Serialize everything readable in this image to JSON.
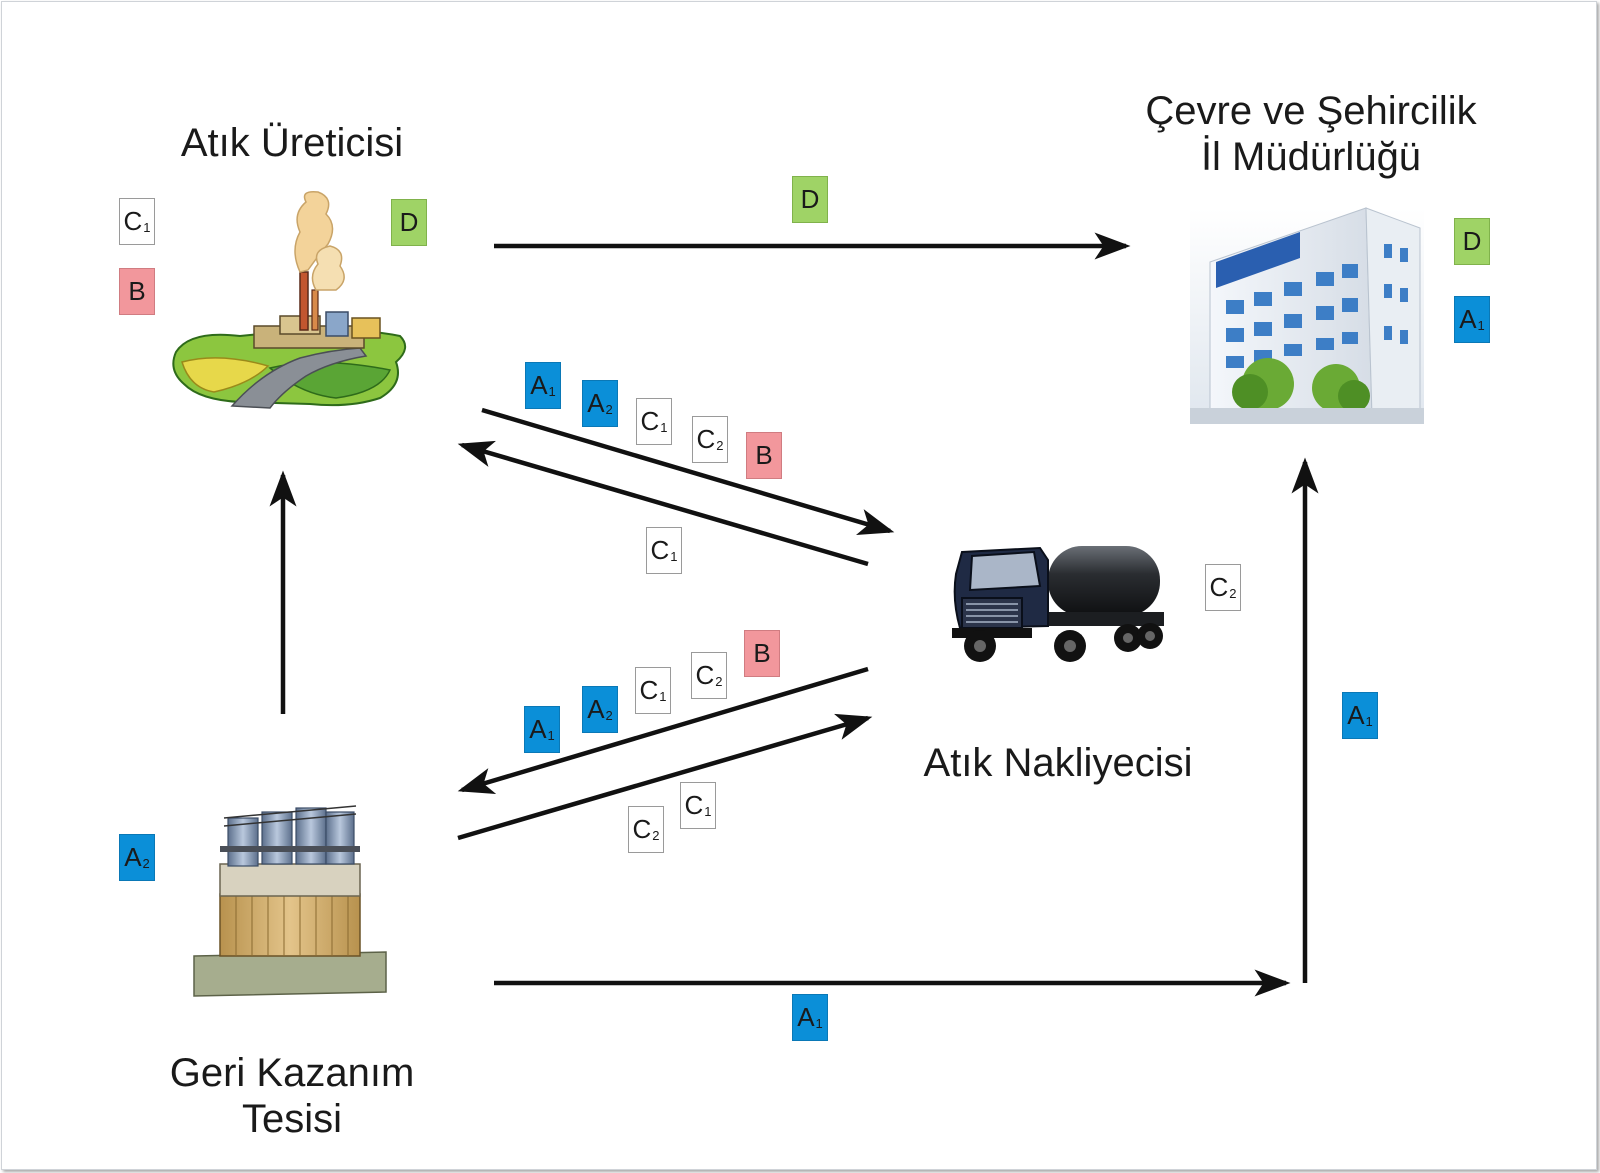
{
  "nodes": {
    "producer": {
      "label": "Atık Üreticisi"
    },
    "ministry": {
      "label_line1": "Çevre ve Şehircilik",
      "label_line2": "İl Müdürlüğü"
    },
    "transporter": {
      "label": "Atık Nakliyecisi"
    },
    "recovery": {
      "label_line1": "Geri Kazanım",
      "label_line2": "Tesisi"
    }
  },
  "tag_colors": {
    "A": "#0b8fd8",
    "B": "#f2979c",
    "C": "#ffffff",
    "D": "#9fd366"
  },
  "tags": [
    {
      "id": "producer-c1",
      "letter": "C",
      "sub": "1"
    },
    {
      "id": "producer-b",
      "letter": "B",
      "sub": ""
    },
    {
      "id": "producer-d",
      "letter": "D",
      "sub": ""
    },
    {
      "id": "arrow-top-d",
      "letter": "D",
      "sub": ""
    },
    {
      "id": "ministry-d",
      "letter": "D",
      "sub": ""
    },
    {
      "id": "ministry-a1",
      "letter": "A",
      "sub": "1"
    },
    {
      "id": "upper-a1",
      "letter": "A",
      "sub": "1"
    },
    {
      "id": "upper-a2",
      "letter": "A",
      "sub": "2"
    },
    {
      "id": "upper-c1",
      "letter": "C",
      "sub": "1"
    },
    {
      "id": "upper-c2",
      "letter": "C",
      "sub": "2"
    },
    {
      "id": "upper-b",
      "letter": "B",
      "sub": ""
    },
    {
      "id": "return-c1",
      "letter": "C",
      "sub": "1"
    },
    {
      "id": "transporter-c2",
      "letter": "C",
      "sub": "2"
    },
    {
      "id": "lower-b",
      "letter": "B",
      "sub": ""
    },
    {
      "id": "lower-c2",
      "letter": "C",
      "sub": "2"
    },
    {
      "id": "lower-c1",
      "letter": "C",
      "sub": "1"
    },
    {
      "id": "lower-a2",
      "letter": "A",
      "sub": "2"
    },
    {
      "id": "lower-a1",
      "letter": "A",
      "sub": "1"
    },
    {
      "id": "right-a1",
      "letter": "A",
      "sub": "1"
    },
    {
      "id": "lower-return-c1",
      "letter": "C",
      "sub": "1"
    },
    {
      "id": "lower-return-c2",
      "letter": "C",
      "sub": "2"
    },
    {
      "id": "recovery-a2",
      "letter": "A",
      "sub": "2"
    },
    {
      "id": "bottom-a1",
      "letter": "A",
      "sub": "1"
    }
  ]
}
